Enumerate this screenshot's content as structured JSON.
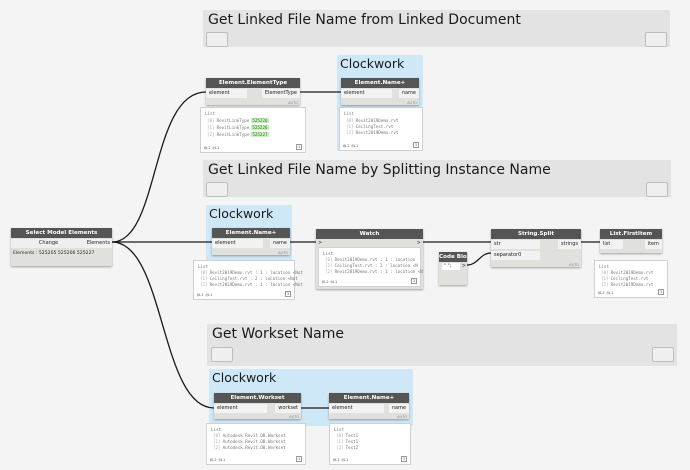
{
  "groups": {
    "linked_doc": {
      "title": "Get Linked File Name from Linked Document"
    },
    "split": {
      "title": "Get Linked File Name by Splitting Instance Name"
    },
    "workset": {
      "title": "Get Workset Name"
    },
    "clockwork_label": "Clockwork"
  },
  "nodes": {
    "select": {
      "title": "Select Model Elements",
      "button": "Change",
      "output": "Elements",
      "value": "Elements : 525205 525206 525227"
    },
    "element_type": {
      "title": "Element.ElementType",
      "input": "element",
      "output": "ElementType",
      "lacing": "AUTO"
    },
    "name_top": {
      "title": "Element.Name+",
      "input": "element",
      "output": "name",
      "lacing": "AUTO"
    },
    "name_mid": {
      "title": "Element.Name+",
      "input": "element",
      "output": "name",
      "lacing": "AUTO"
    },
    "watch": {
      "title": "Watch",
      "input": ">",
      "output": ">"
    },
    "codeblock": {
      "title": "Code Block",
      "code": "\" \";",
      "output": ">"
    },
    "split": {
      "title": "String.Split",
      "input1": "str",
      "input2": "separator0",
      "output": "strings",
      "lacing": "AUTO"
    },
    "first_item": {
      "title": "List.FirstItem",
      "input": "list",
      "output": "item"
    },
    "workset": {
      "title": "Element.Workset",
      "input": "element",
      "output": "workset",
      "lacing": "AUTO"
    },
    "name_bottom": {
      "title": "Element.Name+",
      "input": "element",
      "output": "name",
      "lacing": "AUTO"
    }
  },
  "previews": {
    "list_label": "List",
    "footer": "@L2 @L1",
    "element_type": {
      "items": [
        "RevitLinkType",
        "RevitLinkType",
        "RevitLinkType"
      ],
      "ids": [
        "525226",
        "525226",
        "525227"
      ],
      "count": "3"
    },
    "name_top": {
      "items": [
        "Revit2019Demo.rvt",
        "CeilingTest.rvt",
        "Revit2019Demo.rvt"
      ],
      "count": "3"
    },
    "name_mid": {
      "items": [
        "Revit2019Demo.rvt : 1 : location <Not",
        "CeilingTest.rvt : 2 : location <Not",
        "Revit2019Demo.rvt : 1 : location <Not"
      ],
      "count": "3"
    },
    "watch": {
      "items": [
        "Revit2019Demo.rvt : 1 : location",
        "CeilingTest.rvt : 2 : location <N",
        "Revit2019Demo.rvt : 1 : location <N"
      ],
      "count": "3"
    },
    "first_item": {
      "items": [
        "Revit2019Demo.rvt",
        "CeilingTest.rvt",
        "Revit2019Demo.rvt"
      ],
      "count": "3"
    },
    "workset": {
      "items": [
        "Autodesk.Revit.DB.Workset",
        "Autodesk.Revit.DB.Workset",
        "Autodesk.Revit.DB.Workset"
      ],
      "count": "3"
    },
    "name_bottom": {
      "items": [
        "Test1",
        "Test1",
        "Test2"
      ],
      "count": "3"
    }
  }
}
